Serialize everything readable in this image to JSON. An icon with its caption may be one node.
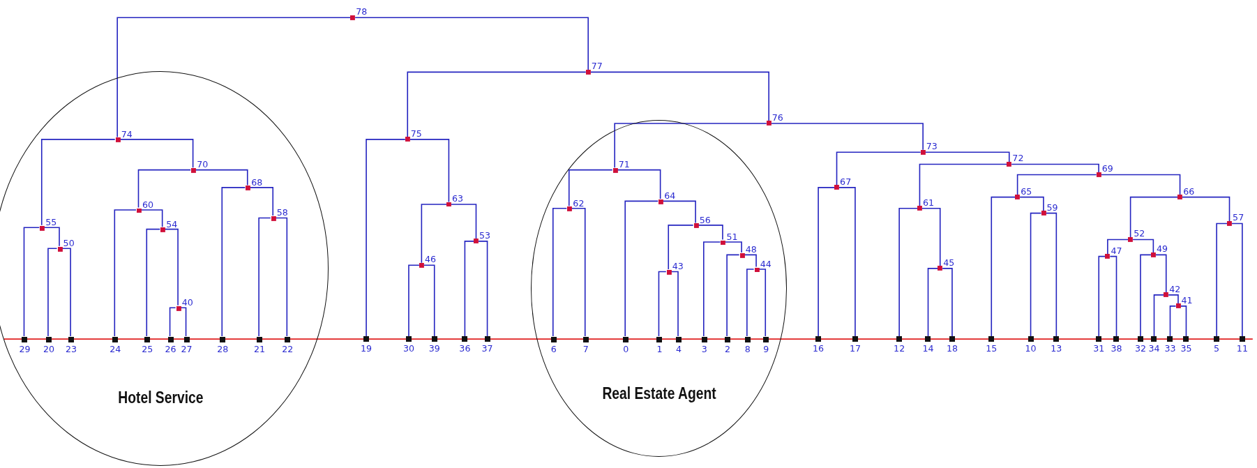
{
  "diagram": {
    "nodes": [
      {
        "text": [
          "Hotel Service"
        ]
      },
      {
        "text": [
          "Real Estate Agent"
        ]
      },
      {
        "text": [
          "78"
        ]
      },
      {
        "text": [
          "77"
        ]
      },
      {
        "text": [
          "76"
        ]
      },
      {
        "text": [
          "75"
        ]
      },
      {
        "text": [
          "74"
        ],
        "in": 0
      },
      {
        "text": [
          "73"
        ]
      },
      {
        "text": [
          "72"
        ]
      },
      {
        "text": [
          "71"
        ],
        "in": 1
      },
      {
        "text": [
          "70"
        ],
        "in": 0
      },
      {
        "text": [
          "69"
        ]
      },
      {
        "text": [
          "68"
        ],
        "in": 0
      },
      {
        "text": [
          "67"
        ]
      },
      {
        "text": [
          "66"
        ]
      },
      {
        "text": [
          "65"
        ]
      },
      {
        "text": [
          "64"
        ],
        "in": 1
      },
      {
        "text": [
          "63"
        ]
      },
      {
        "text": [
          "62"
        ],
        "in": 1
      },
      {
        "text": [
          "61"
        ]
      },
      {
        "text": [
          "60"
        ],
        "in": 0
      },
      {
        "text": [
          "59"
        ]
      },
      {
        "text": [
          "58"
        ],
        "in": 0
      },
      {
        "text": [
          "57"
        ]
      },
      {
        "text": [
          "56"
        ],
        "in": 1
      },
      {
        "text": [
          "55"
        ],
        "in": 0
      },
      {
        "text": [
          "54"
        ],
        "in": 0
      },
      {
        "text": [
          "53"
        ]
      },
      {
        "text": [
          "52"
        ]
      },
      {
        "text": [
          "51"
        ],
        "in": 1
      },
      {
        "text": [
          "50"
        ],
        "in": 0
      },
      {
        "text": [
          "49"
        ]
      },
      {
        "text": [
          "48"
        ],
        "in": 1
      },
      {
        "text": [
          "47"
        ]
      },
      {
        "text": [
          "46"
        ]
      },
      {
        "text": [
          "45"
        ]
      },
      {
        "text": [
          "44"
        ],
        "in": 1
      },
      {
        "text": [
          "43"
        ],
        "in": 1
      },
      {
        "text": [
          "42"
        ]
      },
      {
        "text": [
          "41"
        ]
      },
      {
        "text": [
          "40"
        ],
        "in": 0
      },
      {
        "text": [
          "29"
        ],
        "in": 0
      },
      {
        "text": [
          "20"
        ],
        "in": 0
      },
      {
        "text": [
          "23"
        ],
        "in": 0
      },
      {
        "text": [
          "24"
        ],
        "in": 0
      },
      {
        "text": [
          "25"
        ],
        "in": 0
      },
      {
        "text": [
          "26"
        ],
        "in": 0
      },
      {
        "text": [
          "27"
        ],
        "in": 0
      },
      {
        "text": [
          "28"
        ],
        "in": 0
      },
      {
        "text": [
          "21"
        ],
        "in": 0
      },
      {
        "text": [
          "22"
        ],
        "in": 0
      },
      {
        "text": [
          "19"
        ]
      },
      {
        "text": [
          "30"
        ]
      },
      {
        "text": [
          "39"
        ]
      },
      {
        "text": [
          "36"
        ]
      },
      {
        "text": [
          "37"
        ]
      },
      {
        "text": [
          "6"
        ],
        "in": 1
      },
      {
        "text": [
          "7"
        ],
        "in": 1
      },
      {
        "text": [
          "0"
        ],
        "in": 1
      },
      {
        "text": [
          "1"
        ],
        "in": 1
      },
      {
        "text": [
          "4"
        ],
        "in": 1
      },
      {
        "text": [
          "3"
        ],
        "in": 1
      },
      {
        "text": [
          "2"
        ],
        "in": 1
      },
      {
        "text": [
          "8"
        ],
        "in": 1
      },
      {
        "text": [
          "9"
        ],
        "in": 1
      },
      {
        "text": [
          "16"
        ]
      },
      {
        "text": [
          "17"
        ]
      },
      {
        "text": [
          "12"
        ]
      },
      {
        "text": [
          "14"
        ]
      },
      {
        "text": [
          "18"
        ]
      },
      {
        "text": [
          "15"
        ]
      },
      {
        "text": [
          "10"
        ]
      },
      {
        "text": [
          "13"
        ]
      },
      {
        "text": [
          "31"
        ]
      },
      {
        "text": [
          "38"
        ]
      },
      {
        "text": [
          "32"
        ]
      },
      {
        "text": [
          "34"
        ]
      },
      {
        "text": [
          "33"
        ]
      },
      {
        "text": [
          "35"
        ]
      },
      {
        "text": [
          "5"
        ]
      },
      {
        "text": [
          "11"
        ]
      }
    ],
    "edges": [
      {
        "from": 2,
        "to": 6,
        "arrow": "none"
      },
      {
        "from": 2,
        "to": 3,
        "arrow": "none"
      },
      {
        "from": 3,
        "to": 5,
        "arrow": "none"
      },
      {
        "from": 3,
        "to": 4,
        "arrow": "none"
      },
      {
        "from": 4,
        "to": 9,
        "arrow": "none"
      },
      {
        "from": 4,
        "to": 7,
        "arrow": "none"
      },
      {
        "from": 5,
        "to": 51,
        "arrow": "none"
      },
      {
        "from": 5,
        "to": 17,
        "arrow": "none"
      },
      {
        "from": 6,
        "to": 25,
        "arrow": "none"
      },
      {
        "from": 6,
        "to": 10,
        "arrow": "none"
      },
      {
        "from": 7,
        "to": 13,
        "arrow": "none"
      },
      {
        "from": 7,
        "to": 8,
        "arrow": "none"
      },
      {
        "from": 8,
        "to": 19,
        "arrow": "none"
      },
      {
        "from": 8,
        "to": 11,
        "arrow": "none"
      },
      {
        "from": 9,
        "to": 18,
        "arrow": "none"
      },
      {
        "from": 9,
        "to": 16,
        "arrow": "none"
      },
      {
        "from": 10,
        "to": 20,
        "arrow": "none"
      },
      {
        "from": 10,
        "to": 12,
        "arrow": "none"
      },
      {
        "from": 11,
        "to": 15,
        "arrow": "none"
      },
      {
        "from": 11,
        "to": 14,
        "arrow": "none"
      },
      {
        "from": 12,
        "to": 48,
        "arrow": "none"
      },
      {
        "from": 12,
        "to": 22,
        "arrow": "none"
      },
      {
        "from": 13,
        "to": 65,
        "arrow": "none"
      },
      {
        "from": 13,
        "to": 66,
        "arrow": "none"
      },
      {
        "from": 14,
        "to": 28,
        "arrow": "none"
      },
      {
        "from": 14,
        "to": 23,
        "arrow": "none"
      },
      {
        "from": 15,
        "to": 70,
        "arrow": "none"
      },
      {
        "from": 15,
        "to": 21,
        "arrow": "none"
      },
      {
        "from": 16,
        "to": 58,
        "arrow": "none"
      },
      {
        "from": 16,
        "to": 24,
        "arrow": "none"
      },
      {
        "from": 17,
        "to": 34,
        "arrow": "none"
      },
      {
        "from": 17,
        "to": 27,
        "arrow": "none"
      },
      {
        "from": 18,
        "to": 56,
        "arrow": "none"
      },
      {
        "from": 18,
        "to": 57,
        "arrow": "none"
      },
      {
        "from": 19,
        "to": 67,
        "arrow": "none"
      },
      {
        "from": 19,
        "to": 35,
        "arrow": "none"
      },
      {
        "from": 20,
        "to": 44,
        "arrow": "none"
      },
      {
        "from": 20,
        "to": 26,
        "arrow": "none"
      },
      {
        "from": 21,
        "to": 71,
        "arrow": "none"
      },
      {
        "from": 21,
        "to": 72,
        "arrow": "none"
      },
      {
        "from": 22,
        "to": 49,
        "arrow": "none"
      },
      {
        "from": 22,
        "to": 50,
        "arrow": "none"
      },
      {
        "from": 23,
        "to": 79,
        "arrow": "none"
      },
      {
        "from": 23,
        "to": 80,
        "arrow": "none"
      },
      {
        "from": 24,
        "to": 37,
        "arrow": "none"
      },
      {
        "from": 24,
        "to": 29,
        "arrow": "none"
      },
      {
        "from": 25,
        "to": 41,
        "arrow": "none"
      },
      {
        "from": 25,
        "to": 30,
        "arrow": "none"
      },
      {
        "from": 26,
        "to": 45,
        "arrow": "none"
      },
      {
        "from": 26,
        "to": 40,
        "arrow": "none"
      },
      {
        "from": 27,
        "to": 54,
        "arrow": "none"
      },
      {
        "from": 27,
        "to": 55,
        "arrow": "none"
      },
      {
        "from": 28,
        "to": 33,
        "arrow": "none"
      },
      {
        "from": 28,
        "to": 31,
        "arrow": "none"
      },
      {
        "from": 29,
        "to": 61,
        "arrow": "none"
      },
      {
        "from": 29,
        "to": 32,
        "arrow": "none"
      },
      {
        "from": 30,
        "to": 42,
        "arrow": "none"
      },
      {
        "from": 30,
        "to": 43,
        "arrow": "none"
      },
      {
        "from": 31,
        "to": 75,
        "arrow": "none"
      },
      {
        "from": 31,
        "to": 38,
        "arrow": "none"
      },
      {
        "from": 32,
        "to": 62,
        "arrow": "none"
      },
      {
        "from": 32,
        "to": 36,
        "arrow": "none"
      },
      {
        "from": 33,
        "to": 73,
        "arrow": "none"
      },
      {
        "from": 33,
        "to": 74,
        "arrow": "none"
      },
      {
        "from": 34,
        "to": 52,
        "arrow": "none"
      },
      {
        "from": 34,
        "to": 53,
        "arrow": "none"
      },
      {
        "from": 35,
        "to": 68,
        "arrow": "none"
      },
      {
        "from": 35,
        "to": 69,
        "arrow": "none"
      },
      {
        "from": 36,
        "to": 63,
        "arrow": "none"
      },
      {
        "from": 36,
        "to": 64,
        "arrow": "none"
      },
      {
        "from": 37,
        "to": 59,
        "arrow": "none"
      },
      {
        "from": 37,
        "to": 60,
        "arrow": "none"
      },
      {
        "from": 38,
        "to": 76,
        "arrow": "none"
      },
      {
        "from": 38,
        "to": 39,
        "arrow": "none"
      },
      {
        "from": 39,
        "to": 77,
        "arrow": "none"
      },
      {
        "from": 39,
        "to": 78,
        "arrow": "none"
      },
      {
        "from": 40,
        "to": 46,
        "arrow": "none"
      },
      {
        "from": 40,
        "to": 47,
        "arrow": "none"
      }
    ]
  }
}
